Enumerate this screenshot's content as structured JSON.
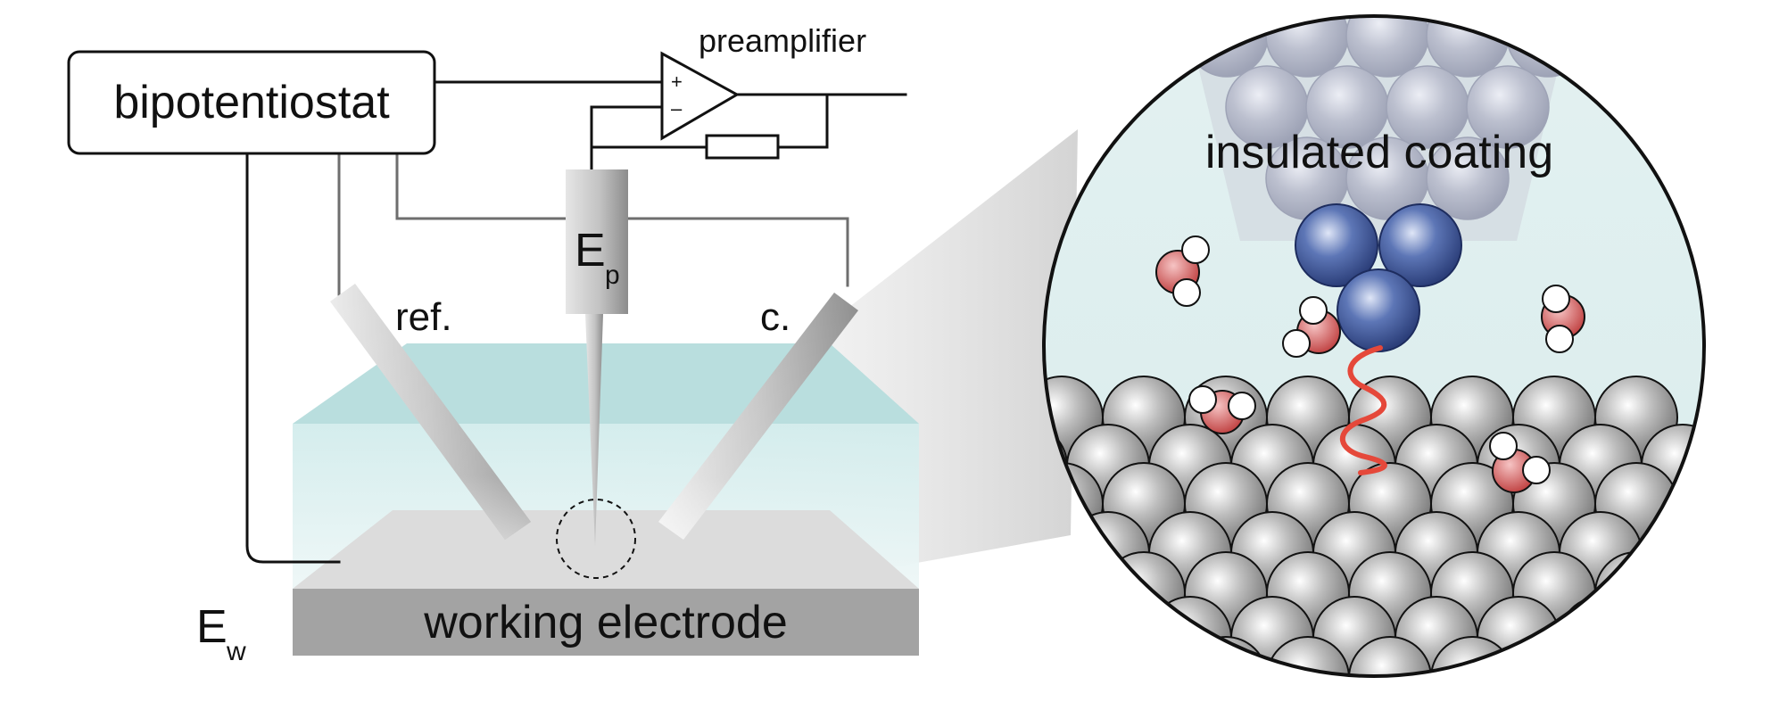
{
  "labels": {
    "bipotentiostat": "bipotentiostat",
    "preamplifier": "preamplifier",
    "op_plus": "+",
    "op_minus": "–",
    "probe_symbol": "E",
    "probe_subscript": "p",
    "reference": "ref.",
    "counter": "c.",
    "working_symbol": "E",
    "working_subscript": "w",
    "working_electrode": "working electrode",
    "coating": "insulated coating"
  },
  "colors": {
    "line": "#111111",
    "wire_gray": "#6e6e6e",
    "electrolyte": "#bfe3e3",
    "electrode": "#a3a3a3",
    "coating_atom": "#b8bccd",
    "tip_atom": "#4a64a6",
    "surface_atom": "#9c9c9c",
    "oxygen": "#d05a5a",
    "tunneling_wave": "#e5483a"
  }
}
